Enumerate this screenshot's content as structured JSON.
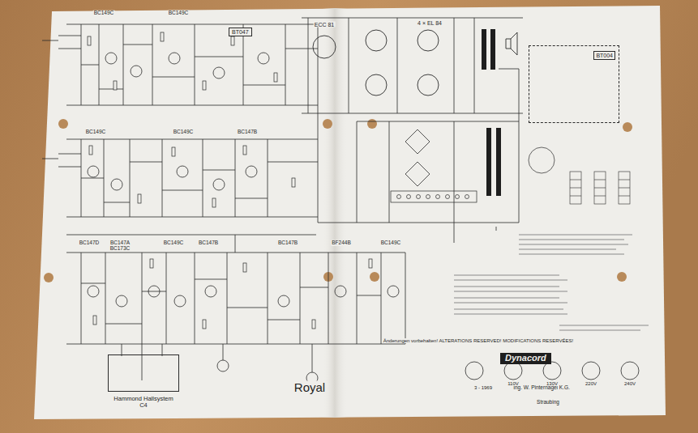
{
  "diagram": {
    "nodes": [
      {
        "text": [
          "BT047"
        ]
      },
      {
        "text": [
          "BT004"
        ]
      },
      {
        "text": [
          "Hammond Hallsystem C4"
        ]
      },
      {
        "text": [
          "Dynacord"
        ]
      }
    ],
    "labels": [
      "BC149C",
      "BC149C",
      "ECC 81",
      "4 × EL 84",
      "BC149C",
      "BC149C",
      "BC147B",
      "BC147D",
      "BC147A",
      "BC173C",
      "BC149C",
      "BC147B",
      "BC147B",
      "BF244B",
      "BC149C",
      "Royal",
      "Änderungen vorbehalten! ALTERATIONS RESERVED! MODIFICATIONS RESERVÉES!",
      "3 - 1969",
      "Ing. W. Pinternagel K.G.",
      "Straubing",
      "110V",
      "130V",
      "220V",
      "240V"
    ]
  }
}
